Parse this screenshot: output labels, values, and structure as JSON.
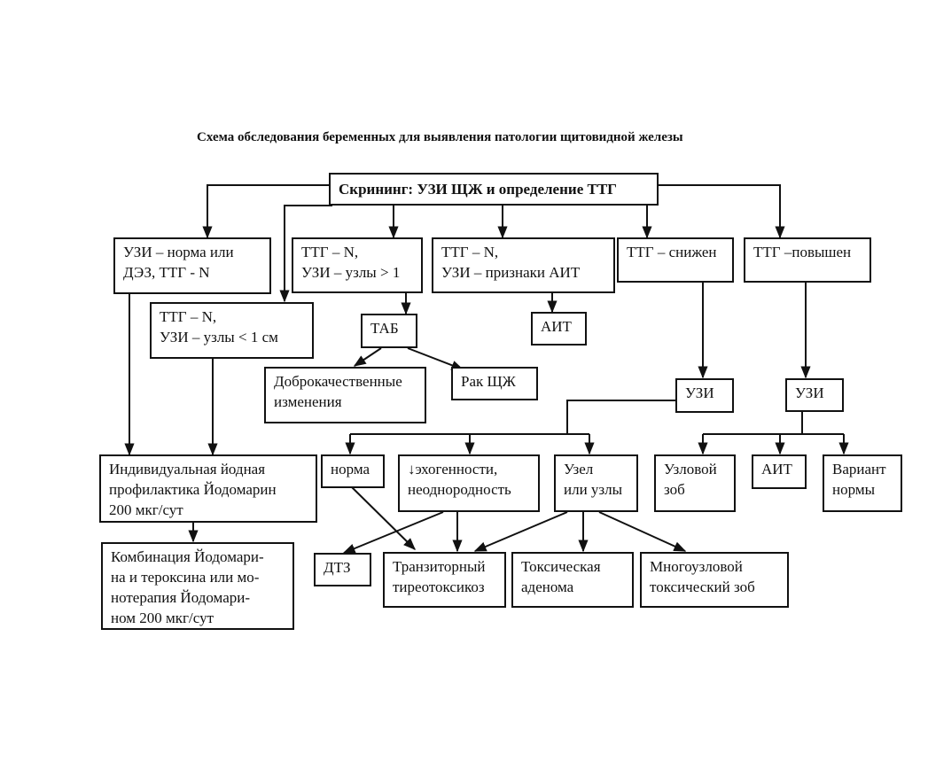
{
  "title": "Схема обследования беременных для выявления патологии щитовидной железы",
  "nodes": {
    "screening": {
      "lines": [
        "Скрининг: УЗИ ЩЖ и определение ТТГ"
      ]
    },
    "uzi_norm": {
      "lines": [
        "УЗИ – норма или",
        "ДЭЗ, ТТГ - N"
      ]
    },
    "ttg_n_nodes_gt1": {
      "lines": [
        "ТТГ – N,",
        "УЗИ – узлы > 1"
      ]
    },
    "ttg_n_ait": {
      "lines": [
        "ТТГ – N,",
        "УЗИ – признаки АИТ"
      ]
    },
    "ttg_low": {
      "lines": [
        "ТТГ – снижен"
      ]
    },
    "ttg_high": {
      "lines": [
        "ТТГ –повышен"
      ]
    },
    "ttg_n_nodes_lt1": {
      "lines": [
        "ТТГ – N,",
        "УЗИ – узлы < 1 см"
      ]
    },
    "tab": {
      "lines": [
        "ТАБ"
      ]
    },
    "ait_1": {
      "lines": [
        "АИТ"
      ]
    },
    "benign": {
      "lines": [
        "Доброкачественные",
        "изменения"
      ]
    },
    "cancer": {
      "lines": [
        "Рак ЩЖ"
      ]
    },
    "uzi_low": {
      "lines": [
        "УЗИ"
      ]
    },
    "uzi_high": {
      "lines": [
        "УЗИ"
      ]
    },
    "prophylaxis": {
      "lines": [
        "Индивидуальная йодная",
        "профилактика Йодомарин",
        "200 мкг/сут"
      ]
    },
    "norm": {
      "lines": [
        "норма"
      ]
    },
    "echo": {
      "lines": [
        "↓эхогенности,",
        "неоднородность"
      ]
    },
    "node": {
      "lines": [
        "Узел",
        "или узлы"
      ]
    },
    "nodular_goiter": {
      "lines": [
        "Узловой",
        "зоб"
      ]
    },
    "ait_2": {
      "lines": [
        "АИТ"
      ]
    },
    "variant_norm": {
      "lines": [
        "Вариант",
        "нормы"
      ]
    },
    "combination": {
      "lines": [
        "Комбинация Йодомари-",
        "на и тероксина или мо-",
        "нотерапия Йодомари-",
        "ном 200 мкг/сут"
      ]
    },
    "dtz": {
      "lines": [
        "ДТЗ"
      ]
    },
    "transient": {
      "lines": [
        "Транзиторный",
        "тиреотоксикоз"
      ]
    },
    "toxic_adenoma": {
      "lines": [
        "Токсическая",
        "аденома"
      ]
    },
    "multinodular": {
      "lines": [
        "Многоузловой",
        "токсический зоб"
      ]
    }
  }
}
